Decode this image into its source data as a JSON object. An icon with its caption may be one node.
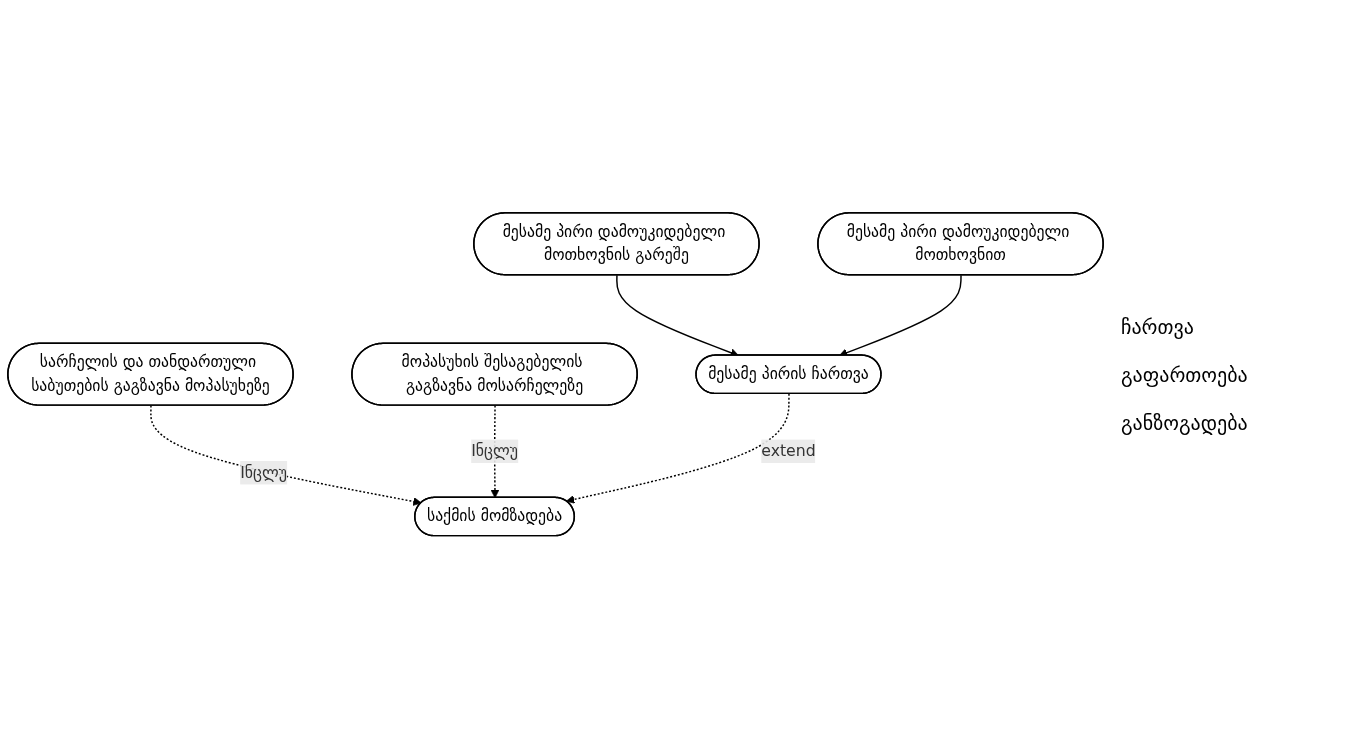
{
  "diagram": {
    "nodes": [
      {
        "text": [
          "სარჩელის და თანდართული საბუთების გაგზავნა მოპასუხეზე"
        ]
      },
      {
        "text": [
          "მოპასუხის შესაგებელის გაგზავნა მოსარჩელეზე"
        ]
      },
      {
        "text": [
          "მესამე პირის ჩართვა"
        ]
      },
      {
        "text": [
          "საქმის მომზადება"
        ]
      },
      {
        "text": [
          "მესამე პირი დამოუკიდებელი მოთხოვნის გარეშე"
        ]
      },
      {
        "text": [
          "მესამე პირი დამოუკიდებელი მოთხოვნით"
        ]
      }
    ],
    "edges": [
      {
        "from": 0,
        "to": 3,
        "arrow": "to",
        "style": "dashed",
        "label": "Iნცლუ"
      },
      {
        "from": 1,
        "to": 3,
        "arrow": "to",
        "style": "dashed",
        "label": "Iნცლუ"
      },
      {
        "from": 2,
        "to": 3,
        "arrow": "to",
        "style": "dashed",
        "label": "extend"
      },
      {
        "from": 4,
        "to": 2,
        "arrow": "to"
      },
      {
        "from": 5,
        "to": 2,
        "arrow": "to"
      }
    ],
    "labels": [
      "ჩართვა",
      "გაფართოება",
      "განზოგადება"
    ]
  }
}
